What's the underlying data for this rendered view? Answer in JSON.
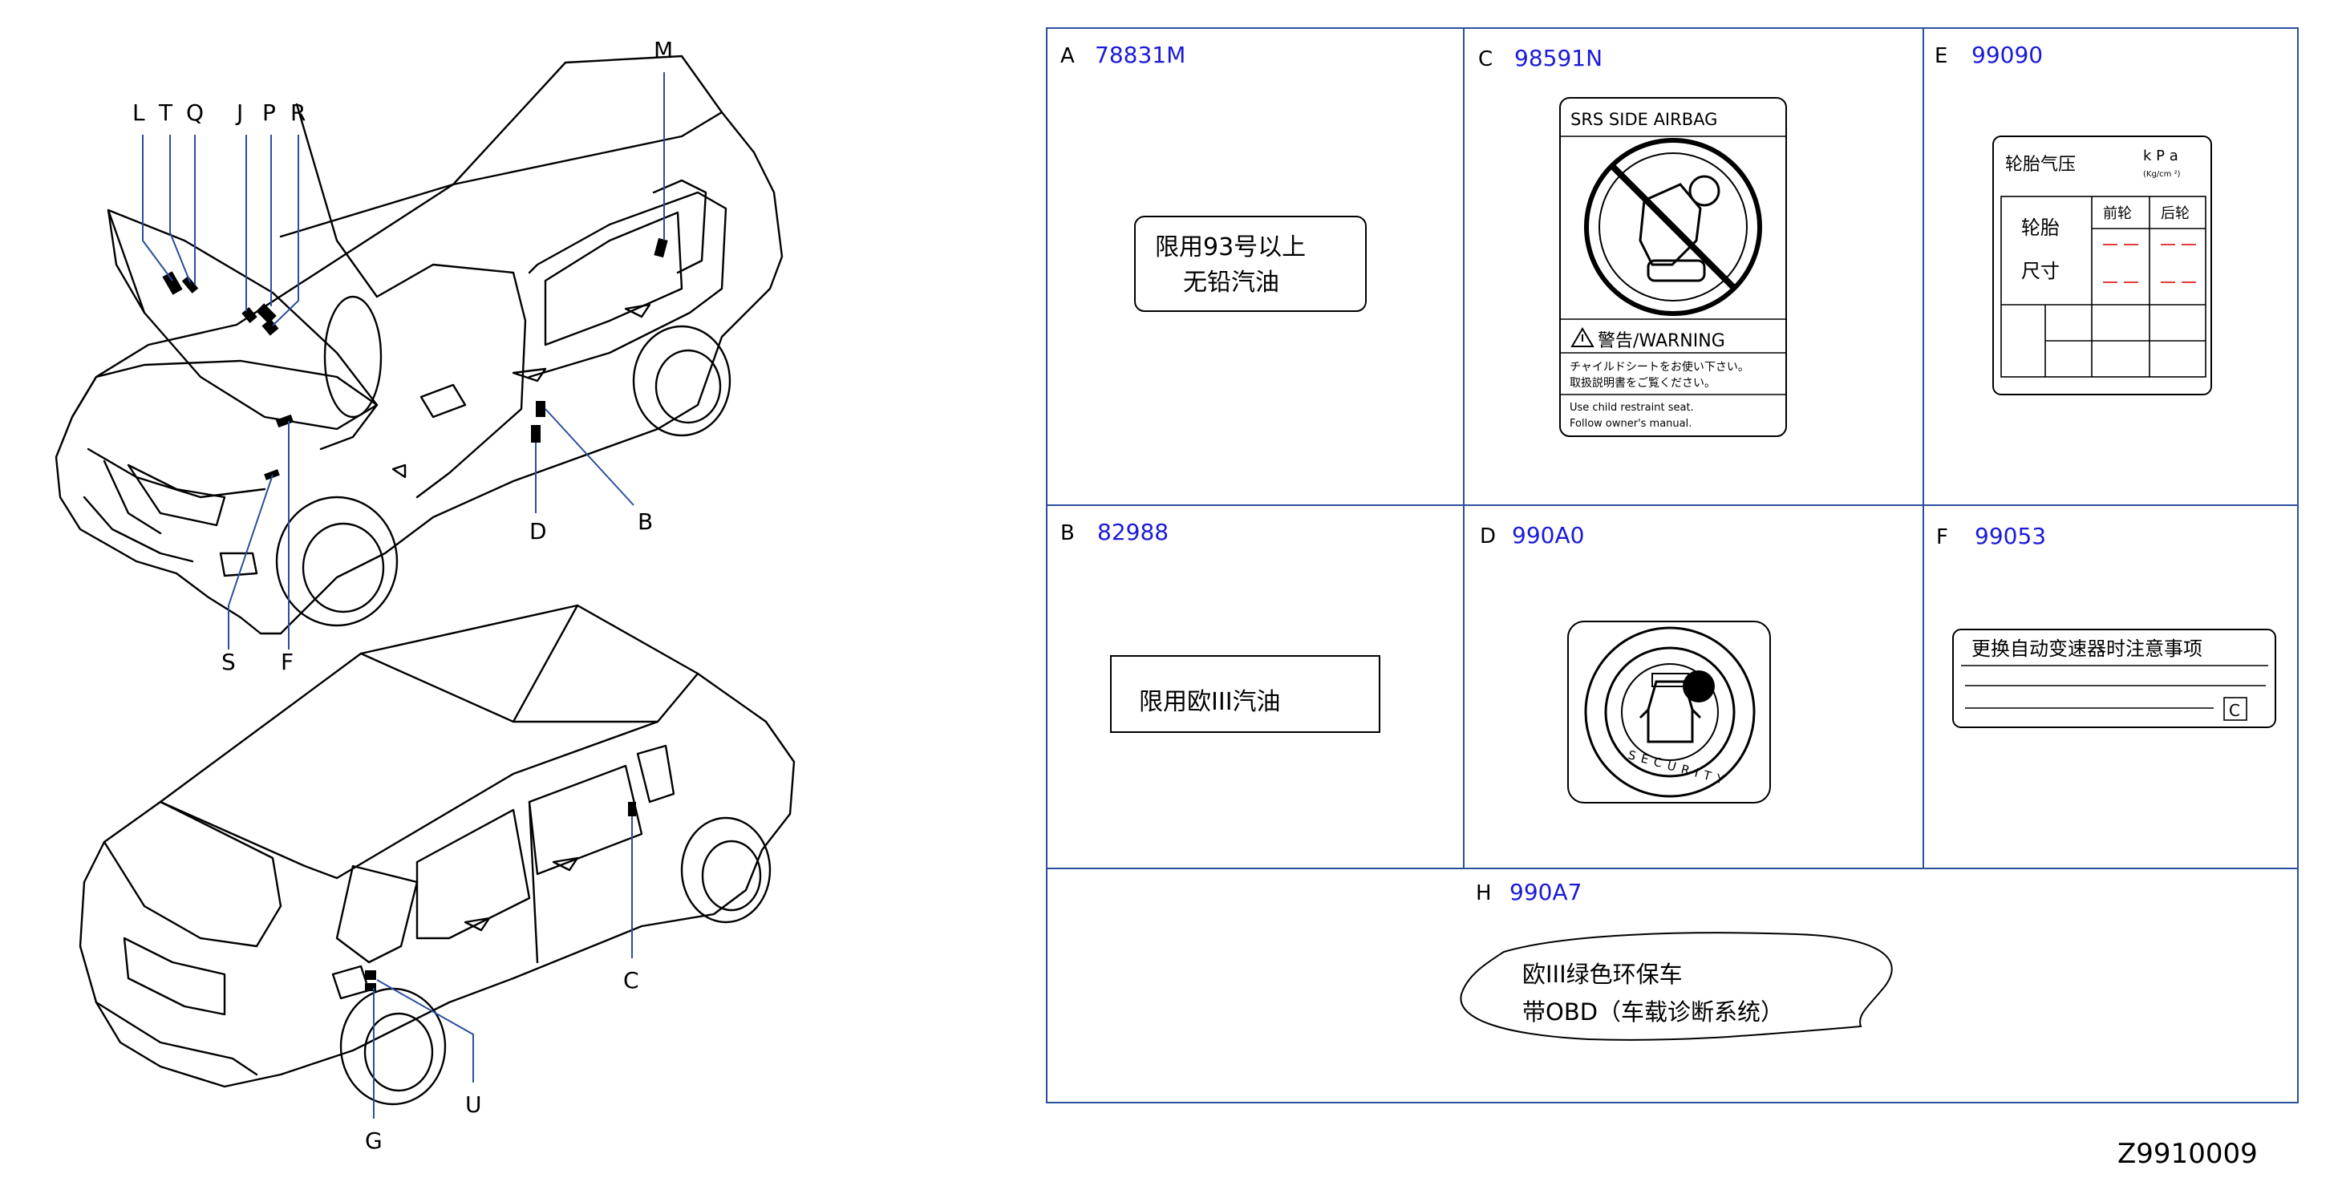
{
  "diagram_id": "Z9910009",
  "callouts_top": [
    "L",
    "T",
    "Q",
    "J",
    "P",
    "R",
    "M",
    "D",
    "B",
    "S",
    "F"
  ],
  "callouts_bottom": [
    "C",
    "G",
    "U"
  ],
  "cells": {
    "A": {
      "letter": "A",
      "part": "78831M",
      "lines": [
        "限用93号以上",
        "无铅汽油"
      ]
    },
    "B": {
      "letter": "B",
      "part": "82988",
      "lines": [
        "限用欧III汽油"
      ]
    },
    "C": {
      "letter": "C",
      "part": "98591N",
      "heading": "SRS   SIDE   AIRBAG",
      "warning": "警告/WARNING",
      "jp1": "チャイルドシートをお使い下さい。",
      "jp2": "取扱説明書をご覧ください。",
      "en1": "Use    child    restraint    seat.",
      "en2": "Follow    owner's    manual."
    },
    "D": {
      "letter": "D",
      "part": "990A0",
      "ring_text": "SECURITY"
    },
    "E": {
      "letter": "E",
      "part": "99090",
      "title": "轮胎气压",
      "units": "k  P  a",
      "units_sub": "(Kg/cm  ²)",
      "front": "前轮",
      "rear": "后轮",
      "row1": "轮胎",
      "row2": "尺寸"
    },
    "F": {
      "letter": "F",
      "part": "99053",
      "title": "更换自动变速器时注意事项",
      "mark": "C"
    },
    "H": {
      "letter": "H",
      "part": "990A7",
      "line1": "欧III绿色环保车",
      "line2": "带OBD（车载诊断系统）"
    }
  }
}
